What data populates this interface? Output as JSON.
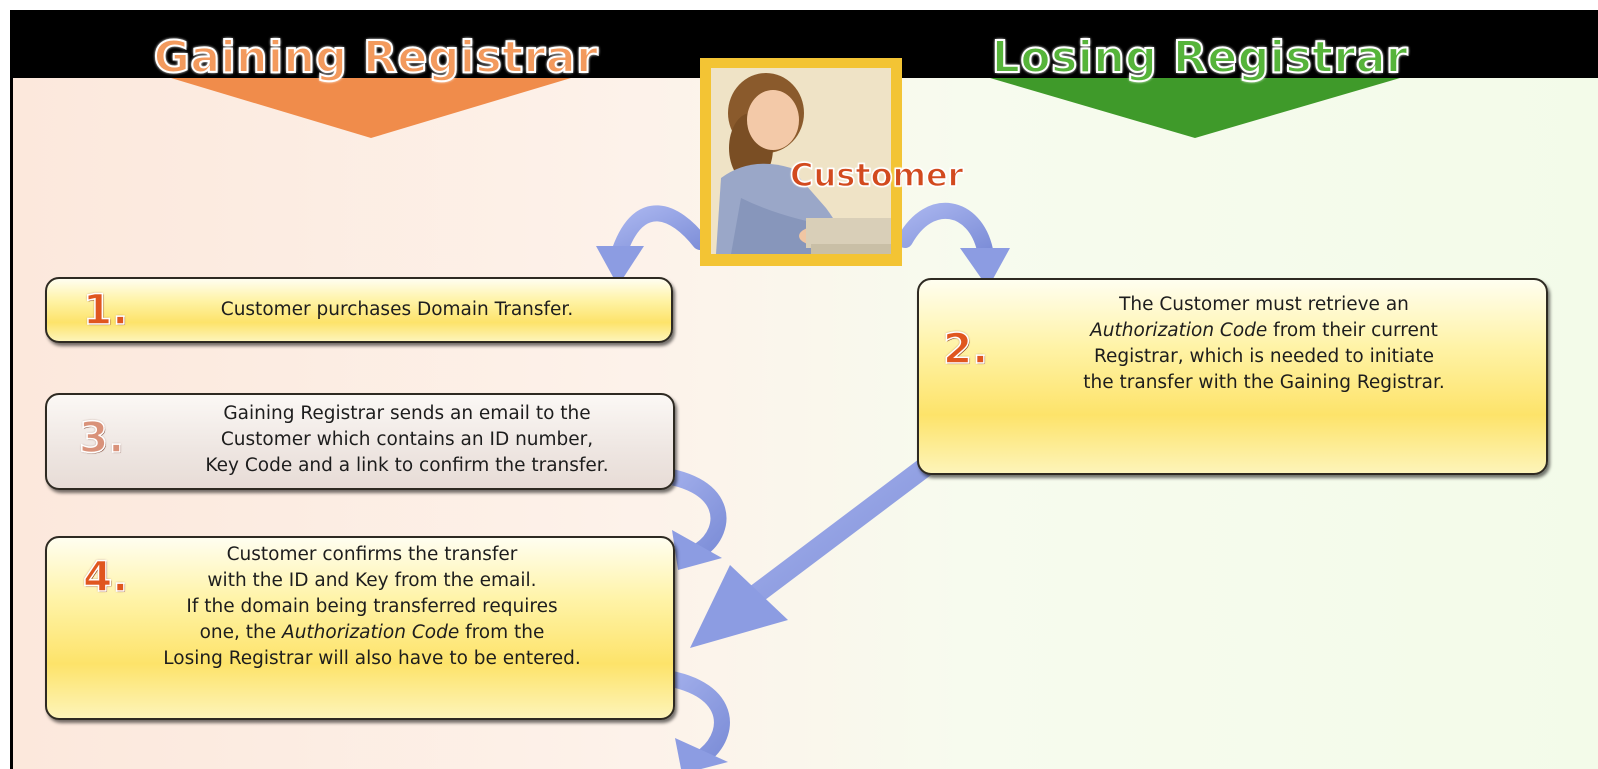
{
  "header": {
    "gaining_title": "Gaining Registrar",
    "losing_title": "Losing Registrar"
  },
  "customer": {
    "label": "Customer"
  },
  "colors": {
    "gaining": "#f08c4b",
    "losing": "#3f9a2a",
    "arrow": "#8c9ce2",
    "box_fill": "#fde36a",
    "frame": "#f3c434"
  },
  "steps": [
    {
      "number": "1.",
      "lines": [
        "Customer purchases Domain Transfer."
      ]
    },
    {
      "number": "2.",
      "lines_a": [
        "The Customer must retrieve an"
      ],
      "line2_italic": "Authorization Code",
      "line2_rest": " from their current",
      "lines_b": [
        "Registrar, which is needed to initiate",
        "the transfer with the Gaining Registrar."
      ]
    },
    {
      "number": "3.",
      "lines": [
        "Gaining Registrar sends an email to the",
        "Customer which contains an ID number,",
        "Key Code and a link to confirm the transfer."
      ]
    },
    {
      "number": "4.",
      "lines": [
        "Customer confirms the transfer",
        "with the ID and Key from the email.",
        "If the domain being transferred requires"
      ],
      "line4_pre": "one, the ",
      "line4_italic": "Authorization Code",
      "line4_post": " from the",
      "line5": "Losing Registrar will also have to be entered."
    }
  ]
}
